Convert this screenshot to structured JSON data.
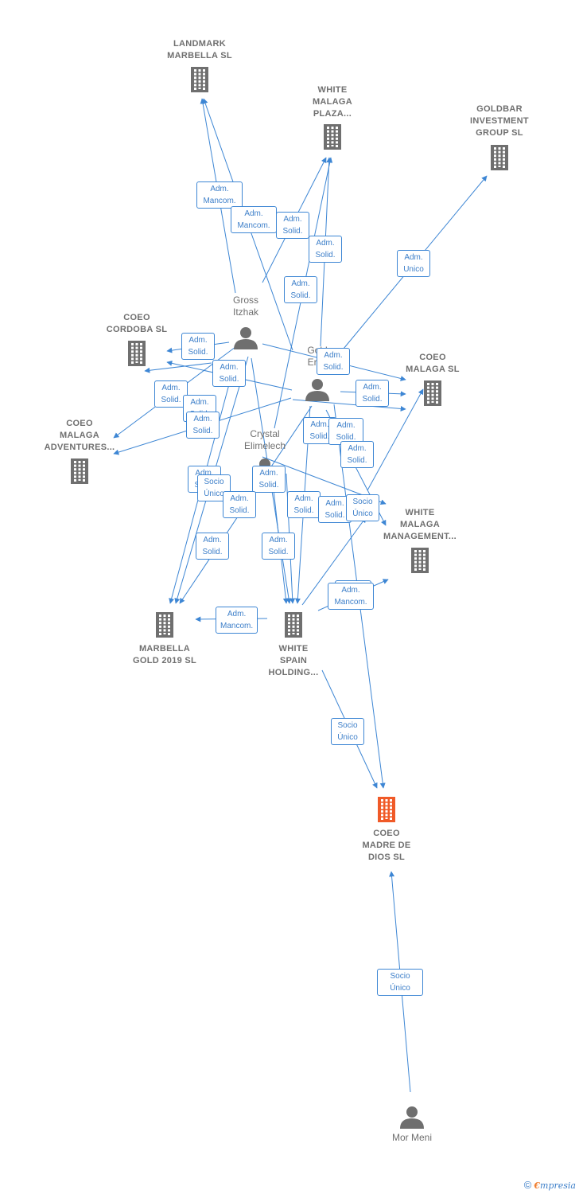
{
  "colors": {
    "edge": "#3d86d4",
    "node": "#6f6f6f",
    "focus_node": "#f05a28",
    "label_text": "#3d7fc9"
  },
  "nodes": [
    {
      "id": "landmark",
      "kind": "company",
      "label": [
        "LANDMARK",
        "MARBELLA  SL"
      ]
    },
    {
      "id": "white_plaza",
      "kind": "company",
      "label": [
        "WHITE",
        "MALAGA",
        "PLAZA..."
      ]
    },
    {
      "id": "goldbar",
      "kind": "company",
      "label": [
        "GOLDBAR",
        "INVESTMENT",
        "GROUP  SL"
      ]
    },
    {
      "id": "gross",
      "kind": "person",
      "label": [
        "Gross",
        "Itzhak"
      ]
    },
    {
      "id": "coeo_cordoba",
      "kind": "company",
      "label": [
        "COEO",
        "CORDOBA  SL"
      ]
    },
    {
      "id": "gold_erez",
      "kind": "person",
      "label": [
        "Gold",
        "Erez"
      ]
    },
    {
      "id": "coeo_malaga",
      "kind": "company",
      "label": [
        "COEO",
        "MALAGA  SL"
      ]
    },
    {
      "id": "coeo_adventures",
      "kind": "company",
      "label": [
        "COEO",
        "MALAGA",
        "ADVENTURES..."
      ]
    },
    {
      "id": "crystal",
      "kind": "person",
      "label": [
        "Crystal",
        "Elimelech"
      ]
    },
    {
      "id": "white_mgmt",
      "kind": "company",
      "label": [
        "WHITE",
        "MALAGA",
        "MANAGEMENT..."
      ]
    },
    {
      "id": "marbella_gold",
      "kind": "company",
      "label": [
        "MARBELLA",
        "GOLD 2019  SL"
      ]
    },
    {
      "id": "white_spain",
      "kind": "company",
      "label": [
        "WHITE",
        "SPAIN",
        "HOLDING..."
      ]
    },
    {
      "id": "coeo_madre",
      "kind": "focus",
      "label": [
        "COEO",
        "MADRE DE",
        "DIOS  SL"
      ]
    },
    {
      "id": "mor_meni",
      "kind": "person",
      "label": [
        "Mor Meni"
      ]
    }
  ],
  "edge_labels": [
    [
      "Adm.",
      "Mancom."
    ],
    [
      "Adm.",
      "Mancom."
    ],
    [
      "Adm.",
      "Solid."
    ],
    [
      "Adm.",
      "Solid."
    ],
    [
      "Adm.",
      "Unico"
    ],
    [
      "Adm.",
      "Solid."
    ],
    [
      "Adm.",
      "Solid."
    ],
    [
      "Adm.",
      "Solid."
    ],
    [
      "Adm.",
      "Solid."
    ],
    [
      "Adm.",
      "Solid."
    ],
    [
      "Adm.",
      "Solid."
    ],
    [
      "Adm.",
      "Solid."
    ],
    [
      "Adm.",
      "Solid."
    ],
    [
      "Adm.",
      "Solid."
    ],
    [
      "Adm.",
      "Solid."
    ],
    [
      "Adm.",
      "Solid."
    ],
    [
      "Adm.",
      "Solid."
    ],
    [
      "Adm.",
      "Solid."
    ],
    [
      "Socio",
      "Único"
    ],
    [
      "Adm.",
      "Solid."
    ],
    [
      "Adm.",
      "Solid."
    ],
    [
      "Adm.",
      "Solid."
    ],
    [
      "Adm.",
      "Solid."
    ],
    [
      "Socio",
      "Único"
    ],
    [
      "Adm.",
      "Solid."
    ],
    [
      "Adm.",
      "Solid."
    ],
    [
      "Adm.",
      "Mancom."
    ],
    [
      "Adm.",
      "Mancom."
    ],
    [
      "Socio",
      "Único"
    ],
    [
      "Socio",
      "Único"
    ],
    [
      "Adm.",
      "Mancom."
    ]
  ],
  "footer": {
    "copyright": "©",
    "brand_e": "€",
    "brand_rest": "mpresia"
  }
}
